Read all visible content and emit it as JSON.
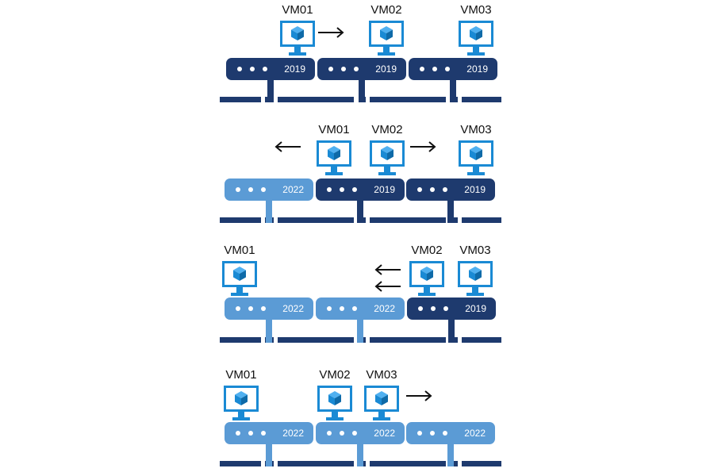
{
  "colors": {
    "legacy": "#1e3a6e",
    "upgraded": "#5b9bd5",
    "bus": "#1e3a6e",
    "monitor": "#1a8ad4",
    "cube": "#1a8ad4"
  },
  "rows": [
    {
      "servers": [
        {
          "os": "2019",
          "state": "legacy"
        },
        {
          "os": "2019",
          "state": "legacy"
        },
        {
          "os": "2019",
          "state": "legacy"
        }
      ],
      "vms": [
        {
          "name": "VM01"
        },
        {
          "name": "VM02"
        },
        {
          "name": "VM03"
        }
      ]
    },
    {
      "servers": [
        {
          "os": "2022",
          "state": "upgraded"
        },
        {
          "os": "2019",
          "state": "legacy"
        },
        {
          "os": "2019",
          "state": "legacy"
        }
      ],
      "vms": [
        {
          "name": "VM01"
        },
        {
          "name": "VM02"
        },
        {
          "name": "VM03"
        }
      ]
    },
    {
      "servers": [
        {
          "os": "2022",
          "state": "upgraded"
        },
        {
          "os": "2022",
          "state": "upgraded"
        },
        {
          "os": "2019",
          "state": "legacy"
        }
      ],
      "vms": [
        {
          "name": "VM01"
        },
        {
          "name": "VM02"
        },
        {
          "name": "VM03"
        }
      ]
    },
    {
      "servers": [
        {
          "os": "2022",
          "state": "upgraded"
        },
        {
          "os": "2022",
          "state": "upgraded"
        },
        {
          "os": "2022",
          "state": "upgraded"
        }
      ],
      "vms": [
        {
          "name": "VM01"
        },
        {
          "name": "VM02"
        },
        {
          "name": "VM03"
        }
      ]
    }
  ]
}
